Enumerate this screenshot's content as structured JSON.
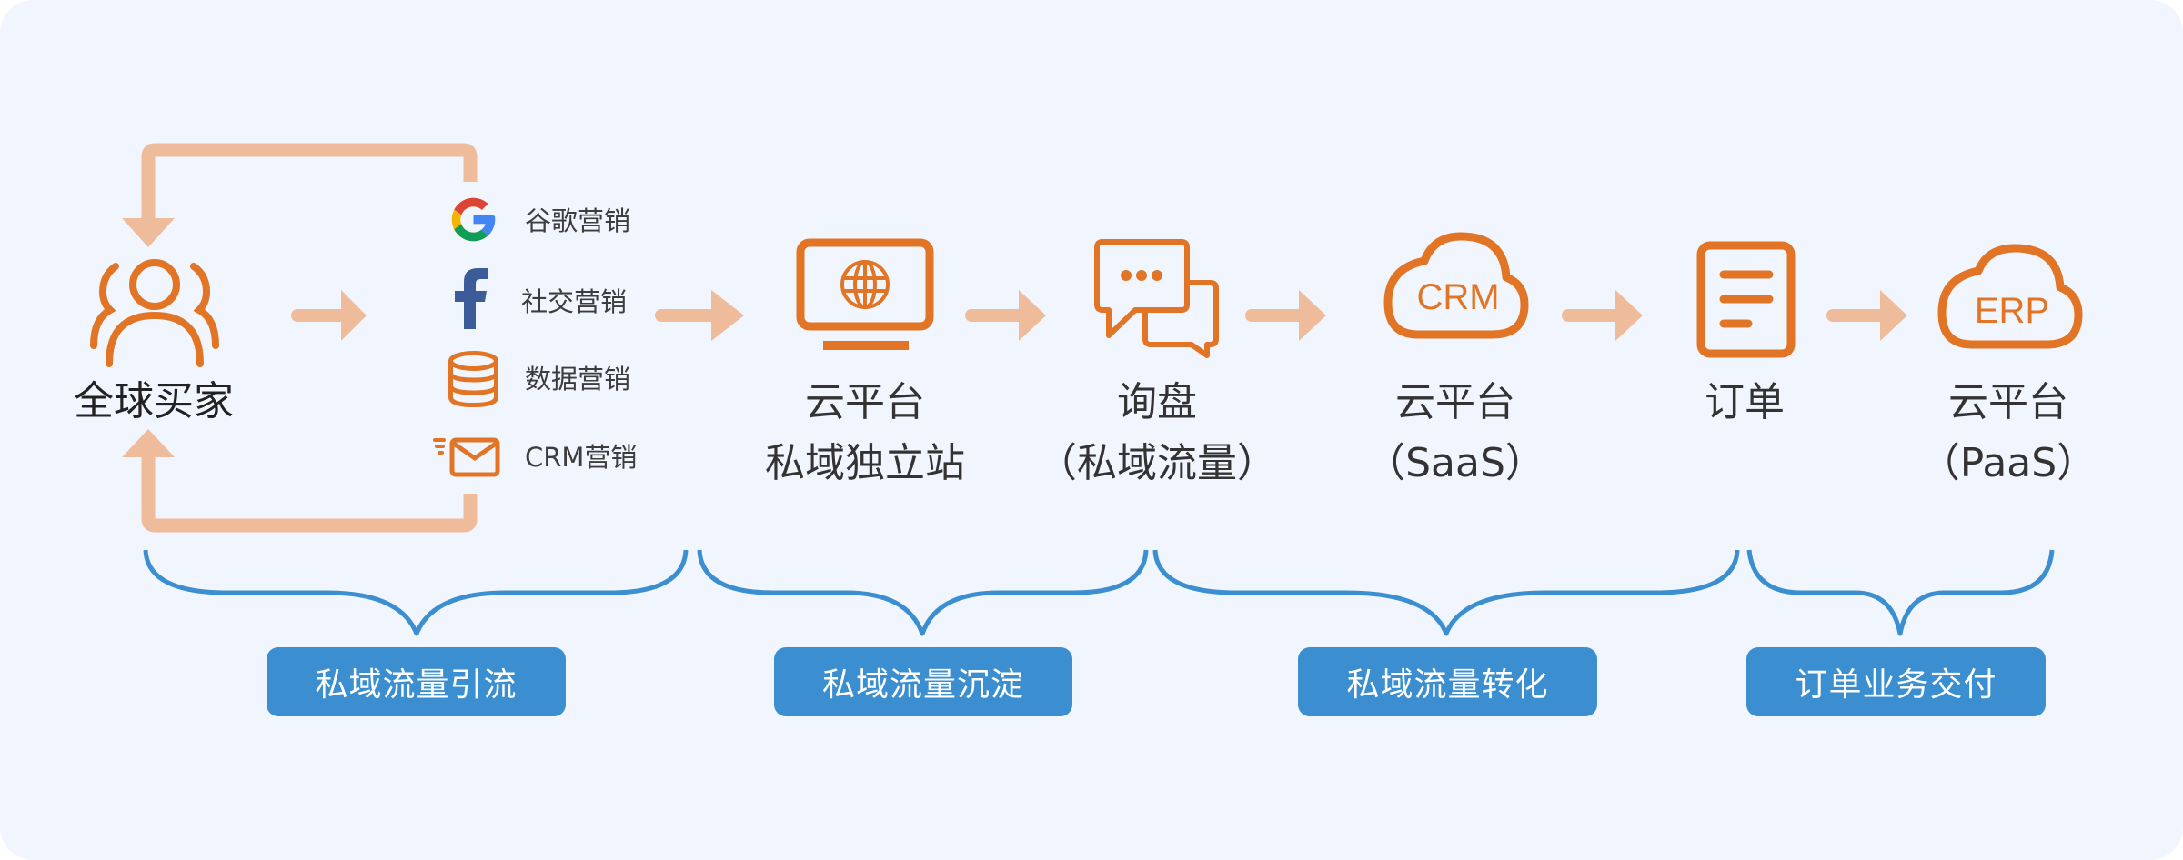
{
  "colors": {
    "background": "#f1f6fe",
    "icon_orange": "#e27525",
    "arrow_peach": "#eebb9b",
    "brace_blue": "#3b8ecf",
    "button_blue": "#3b8ecf",
    "text_dark": "#333333",
    "google_red": "#db4437",
    "google_yellow": "#f4b400",
    "google_green": "#0f9d58",
    "google_blue": "#4285f4",
    "facebook_blue": "#3b5b99"
  },
  "buyers": {
    "icon": "people-group-icon",
    "label": "全球买家"
  },
  "channels": [
    {
      "icon": "google-icon",
      "label": "谷歌营销"
    },
    {
      "icon": "facebook-icon",
      "label": "社交营销"
    },
    {
      "icon": "database-icon",
      "label": "数据营销"
    },
    {
      "icon": "mail-icon",
      "label": "CRM营销"
    }
  ],
  "nodes": [
    {
      "icon": "monitor-globe-icon",
      "line1": "云平台",
      "line2": "私域独立站"
    },
    {
      "icon": "chat-bubbles-icon",
      "line1": "询盘",
      "line2": "（私域流量）"
    },
    {
      "icon": "cloud-crm-icon",
      "icon_text": "CRM",
      "line1": "云平台",
      "line2": "（SaaS）"
    },
    {
      "icon": "document-icon",
      "line1": "订单",
      "line2": ""
    },
    {
      "icon": "cloud-erp-icon",
      "icon_text": "ERP",
      "line1": "云平台",
      "line2": "（PaaS）"
    }
  ],
  "stages": [
    {
      "label": "私域流量引流"
    },
    {
      "label": "私域流量沉淀"
    },
    {
      "label": "私域流量转化"
    },
    {
      "label": "订单业务交付"
    }
  ]
}
